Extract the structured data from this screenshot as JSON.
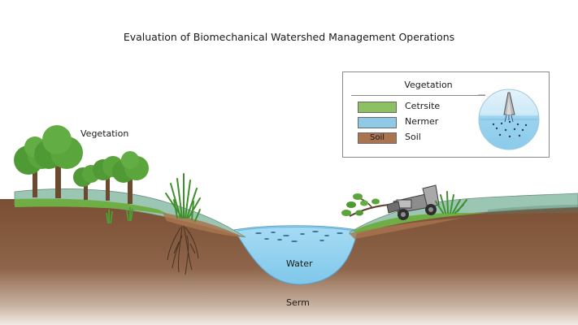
{
  "title": "Evaluation of Biomechanical Watershed Management Operations",
  "labels": {
    "vegetation": "Vegetation",
    "water": "Water",
    "serm": "Serm"
  },
  "legend": {
    "title": "Vegetation",
    "items": [
      {
        "label": "Cetrsite",
        "swatch_text": "",
        "color": "#8cc063"
      },
      {
        "label": "Nermer",
        "swatch_text": "",
        "color": "#8ec9e6"
      },
      {
        "label": "Soil",
        "swatch_text": "Soil",
        "color": "#a9744f"
      }
    ]
  },
  "colors": {
    "grass": "#6fae45",
    "soil": "#7a4e33",
    "water": "#8fd0ee",
    "ground_cover": "#9cc6b4",
    "tree_canopy": "#4f9a34"
  },
  "icons": [
    "tree-icon",
    "reed-clump-icon",
    "root-system-icon",
    "excavator-icon",
    "shrub-branch-icon",
    "submerged-plant-inset-icon"
  ]
}
